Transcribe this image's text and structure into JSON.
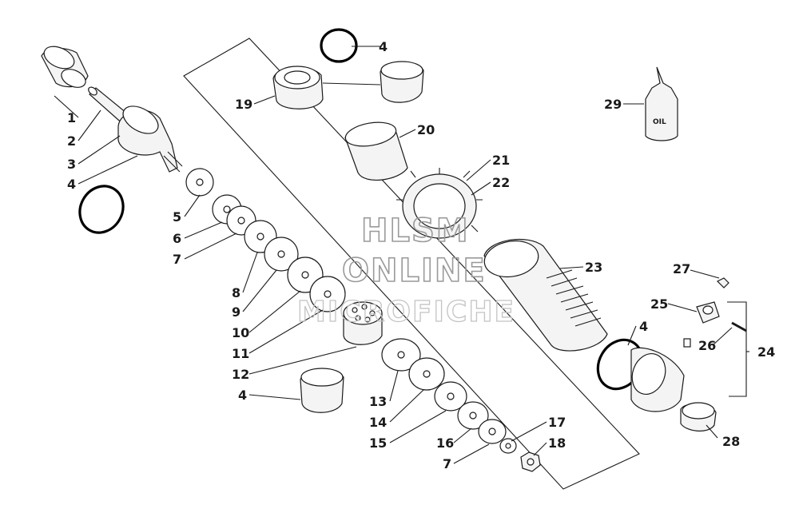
{
  "watermark": {
    "line1": "HLSM",
    "line2": "ONLINE",
    "line3": "MICROFICHE"
  },
  "oil_bottle_label": "OIL",
  "callouts": [
    {
      "id": "c1",
      "text": "1"
    },
    {
      "id": "c2",
      "text": "2"
    },
    {
      "id": "c3",
      "text": "3"
    },
    {
      "id": "c4a",
      "text": "4"
    },
    {
      "id": "c4b",
      "text": "4"
    },
    {
      "id": "c4c",
      "text": "4"
    },
    {
      "id": "c4d",
      "text": "4"
    },
    {
      "id": "c5",
      "text": "5"
    },
    {
      "id": "c6",
      "text": "6"
    },
    {
      "id": "c7a",
      "text": "7"
    },
    {
      "id": "c7b",
      "text": "7"
    },
    {
      "id": "c8",
      "text": "8"
    },
    {
      "id": "c9",
      "text": "9"
    },
    {
      "id": "c10",
      "text": "10"
    },
    {
      "id": "c11",
      "text": "11"
    },
    {
      "id": "c12",
      "text": "12"
    },
    {
      "id": "c13",
      "text": "13"
    },
    {
      "id": "c14",
      "text": "14"
    },
    {
      "id": "c15",
      "text": "15"
    },
    {
      "id": "c16",
      "text": "16"
    },
    {
      "id": "c17",
      "text": "17"
    },
    {
      "id": "c18",
      "text": "18"
    },
    {
      "id": "c19",
      "text": "19"
    },
    {
      "id": "c20",
      "text": "20"
    },
    {
      "id": "c21",
      "text": "21"
    },
    {
      "id": "c22",
      "text": "22"
    },
    {
      "id": "c23",
      "text": "23"
    },
    {
      "id": "c24",
      "text": "24"
    },
    {
      "id": "c25",
      "text": "25"
    },
    {
      "id": "c26",
      "text": "26"
    },
    {
      "id": "c27",
      "text": "27"
    },
    {
      "id": "c28",
      "text": "28"
    },
    {
      "id": "c29",
      "text": "29"
    }
  ]
}
